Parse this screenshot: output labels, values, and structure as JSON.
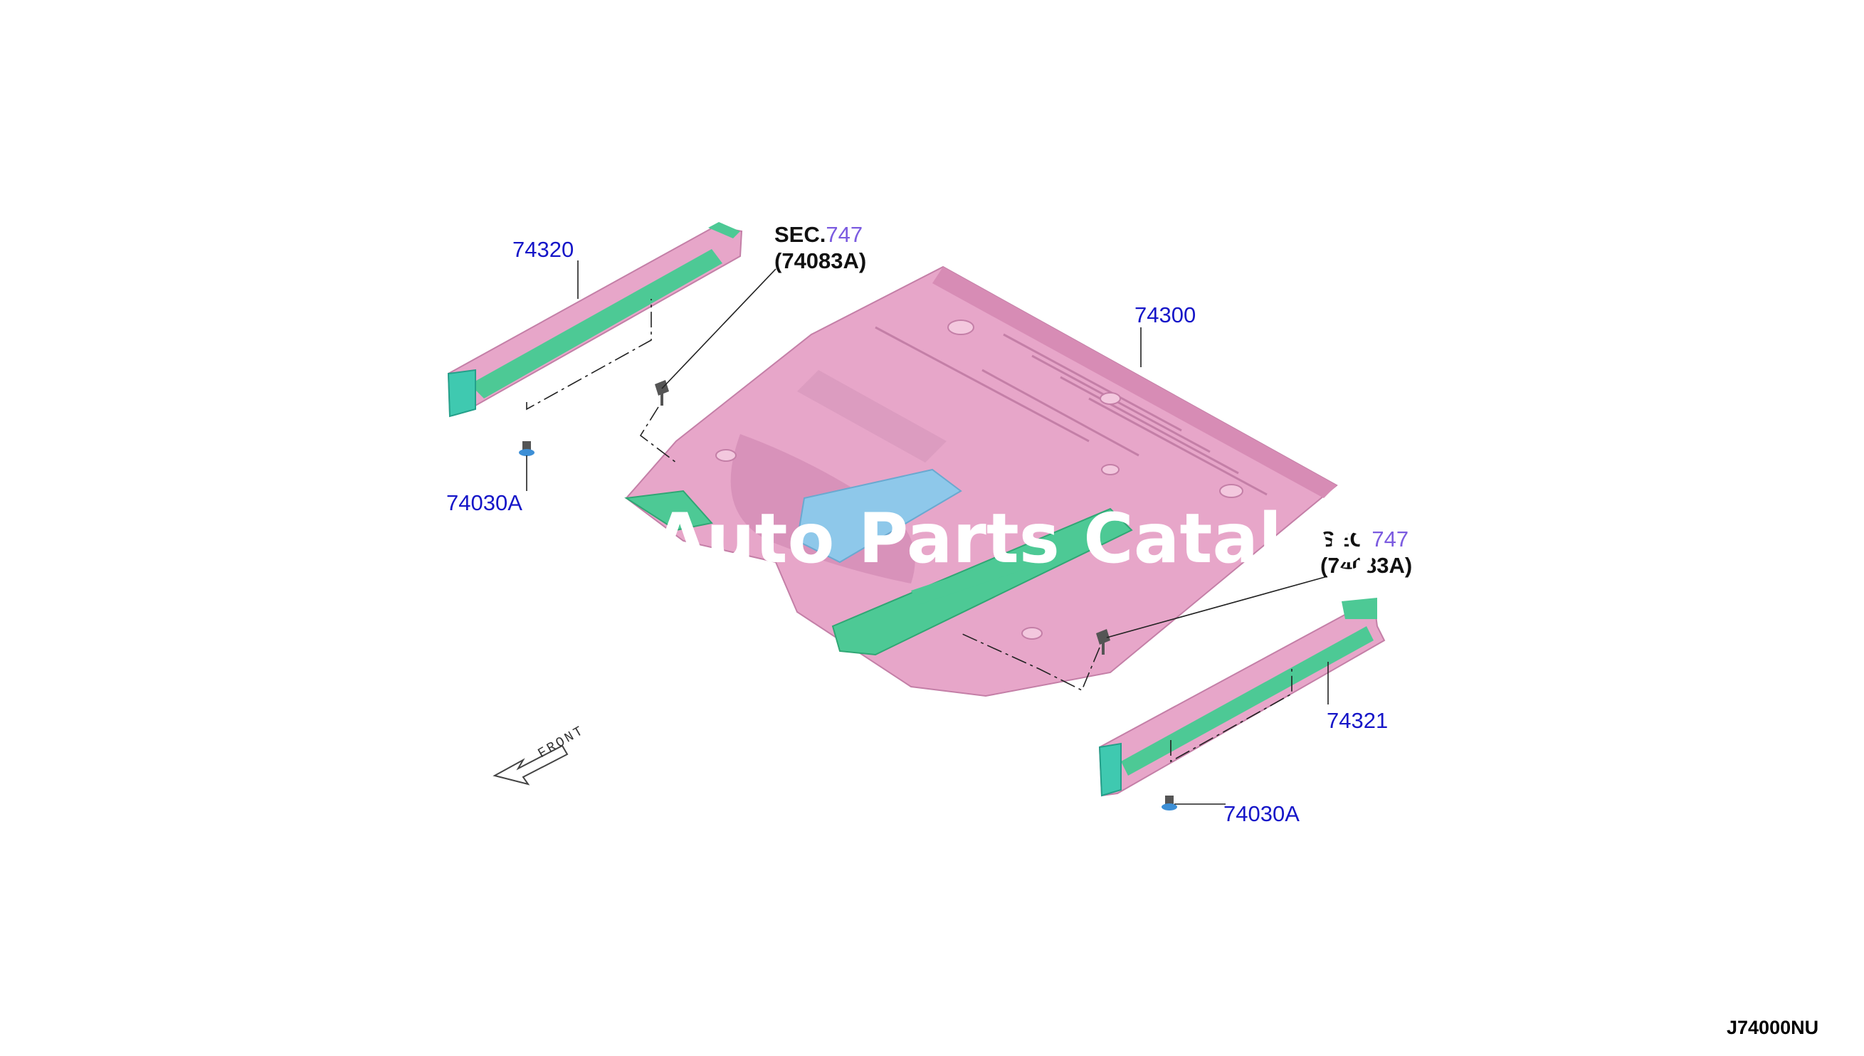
{
  "labels": {
    "rail_left": "74320",
    "floor_panel": "74300",
    "clip_left": "74030A",
    "rail_right": "74321",
    "clip_right": "74030A"
  },
  "references": {
    "upper": {
      "sec_prefix": "SEC.",
      "sec_number": "747",
      "part_ref": "(74083A)"
    },
    "lower": {
      "sec_prefix": "SEC.",
      "sec_number": "747",
      "part_ref": "(74083A)"
    }
  },
  "front_indicator": "FRONT",
  "watermark": "Auto Parts Catalog",
  "diagram_id": "J74000NU",
  "colors": {
    "floor_panel": "#e7a6c9",
    "floor_shade": "#d78cb5",
    "reinforcement_green": "#4dc995",
    "reinforcement_blue": "#8ec8ea",
    "rail_end_teal": "#3fc9b0",
    "label_blue": "#1616c8",
    "sec_number_purple": "#7b5be0"
  }
}
